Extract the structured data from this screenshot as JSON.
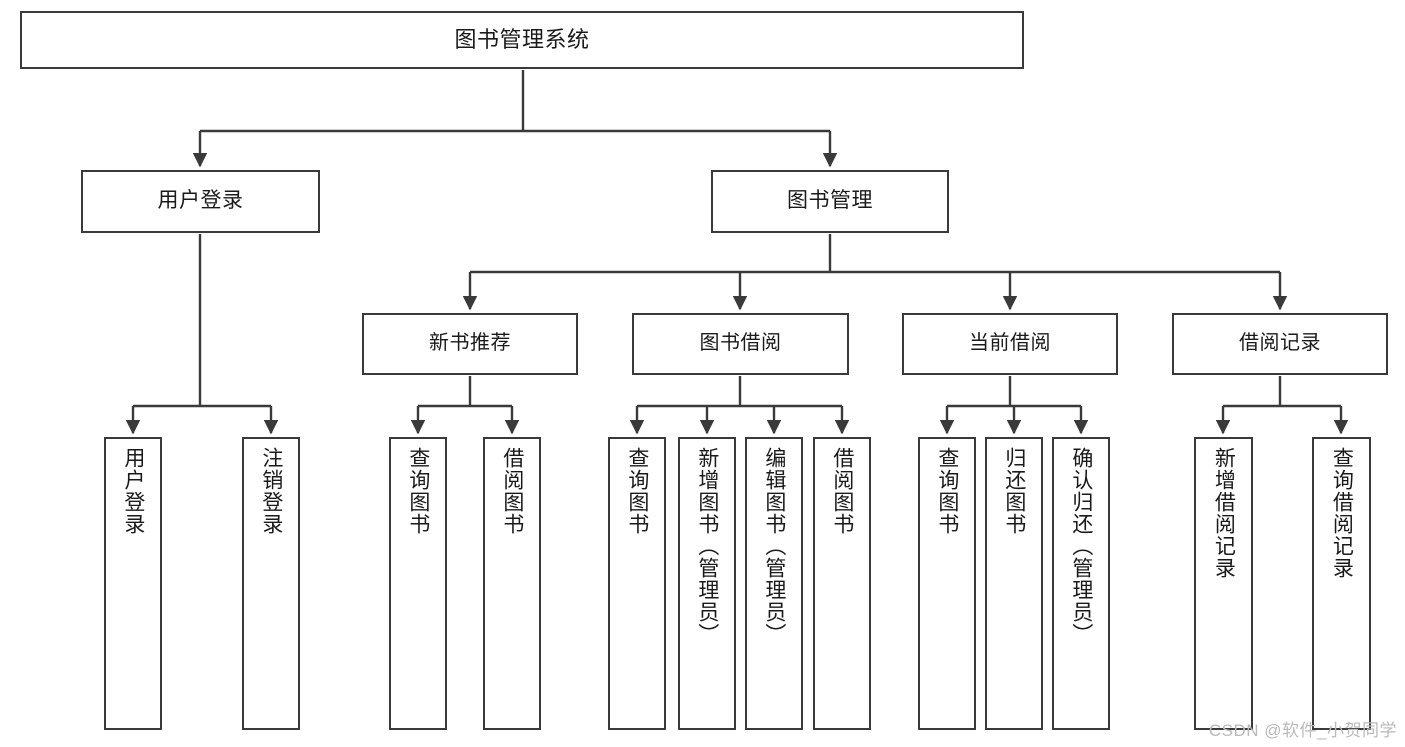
{
  "diagram": {
    "title": "图书管理系统",
    "watermark": "CSDN @软件_小贺同学",
    "type": "tree-hierarchy",
    "colors": {
      "stroke": "#3a3a3a",
      "fill": "#ffffff",
      "text": "#1a1a1a",
      "watermark": "#b9b9b9"
    },
    "root": {
      "label": "图书管理系统"
    },
    "branches": [
      {
        "label": "用户登录"
      },
      {
        "label": "图书管理"
      }
    ],
    "groups": [
      {
        "label": "新书推荐"
      },
      {
        "label": "图书借阅"
      },
      {
        "label": "当前借阅"
      },
      {
        "label": "借阅记录"
      }
    ],
    "leaves": {
      "user_login": [
        {
          "label": "用户登录"
        },
        {
          "label": "注销登录"
        }
      ],
      "new_book": [
        {
          "label": "查询图书"
        },
        {
          "label": "借阅图书"
        }
      ],
      "book_borrow": [
        {
          "label": "查询图书"
        },
        {
          "label": "新增图书（管理员）"
        },
        {
          "label": "编辑图书（管理员）"
        },
        {
          "label": "借阅图书"
        }
      ],
      "current_borrow": [
        {
          "label": "查询图书"
        },
        {
          "label": "归还图书"
        },
        {
          "label": "确认归还（管理员）"
        }
      ],
      "borrow_record": [
        {
          "label": "新增借阅记录"
        },
        {
          "label": "查询借阅记录"
        }
      ]
    }
  }
}
